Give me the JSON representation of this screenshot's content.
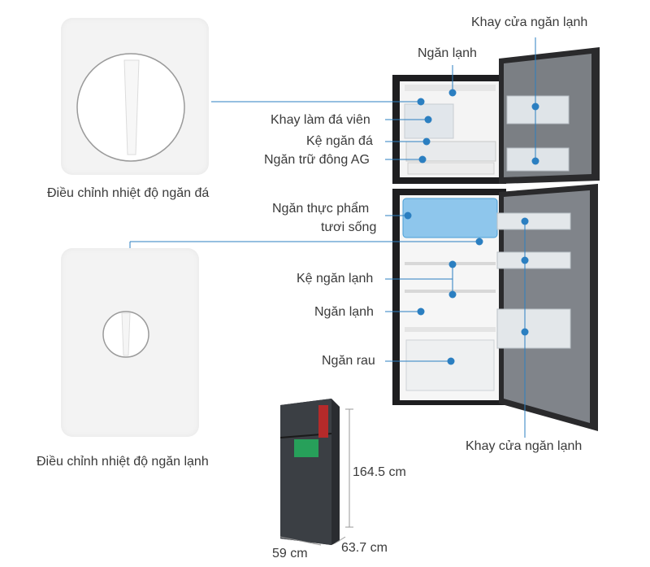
{
  "labels": {
    "freezer_door_tray": "Khay cửa ngăn lạnh",
    "freezer_compartment": "Ngăn lạnh",
    "ice_tray": "Khay làm đá viên",
    "ice_shelf": "Kệ ngăn đá",
    "ag_storage": "Ngăn trữ đông AG",
    "fresh_food_line1": "Ngăn thực phẩm",
    "fresh_food_line2": "tươi sống",
    "fridge_shelf": "Kệ ngăn lạnh",
    "fridge_compartment": "Ngăn lạnh",
    "vegetable_drawer": "Ngăn rau",
    "fridge_door_tray": "Khay cửa ngăn lạnh",
    "ice_temp_control": "Điều chỉnh nhiệt độ ngăn đá",
    "fridge_temp_control": "Điều chỉnh nhiệt độ ngăn lạnh"
  },
  "dimensions": {
    "height": "164.5 cm",
    "width": "59 cm",
    "depth": "63.7 cm"
  },
  "colors": {
    "accent_line": "#2b7fc1",
    "fridge_body": "#2a2a2c"
  }
}
